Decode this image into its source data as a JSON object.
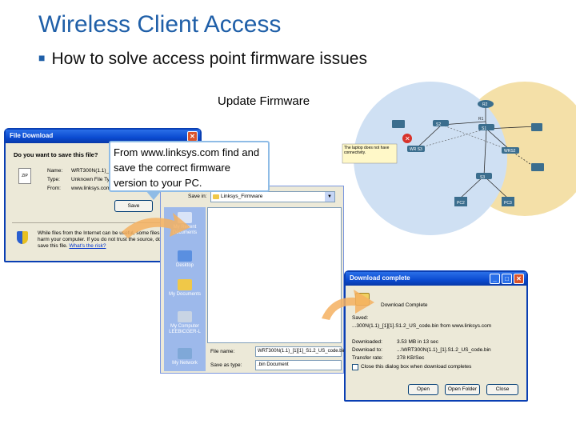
{
  "slide": {
    "title": "Wireless Client Access",
    "bullet": "How to solve access point firmware issues",
    "update_heading": "Update Firmware"
  },
  "network": {
    "node_labels": [
      "R2",
      "R1",
      "S1",
      "WRS2",
      "WR S3",
      "S2",
      "S3",
      "PC2",
      "PC3"
    ],
    "note": "The laptop does not have connectivity.",
    "colors": {
      "blue_zone": "#cfe0f3",
      "yellow_zone": "#f4e0a8",
      "device": "#3b6e8e"
    }
  },
  "file_download": {
    "title": "File Download",
    "question": "Do you want to save this file?",
    "icon_label": "ZIP",
    "name_label": "Name:",
    "name_value": "WRT300N(1.1)_[1][1]",
    "type_label": "Type:",
    "type_value": "Unknown File Type",
    "from_label": "From:",
    "from_value": "www.linksys.com",
    "save_label": "Save",
    "warning": "While files from the Internet can be useful, some files can harm your computer. If you do not trust the source, do not save this",
    "warning_link_prefix": "file.",
    "warning_link": "What's the risk?"
  },
  "callout": {
    "text": "From www.linksys.com find and save the correct firmware version to your PC."
  },
  "save_as": {
    "save_in_label": "Save in:",
    "save_in_value": "Linksys_Firmware",
    "places": [
      "My Recent Documents",
      "Desktop",
      "My Documents",
      "My Computer LEEBICGER-L",
      "My Network"
    ],
    "file_name_label": "File name:",
    "file_name_value": "WRT300N(1.1)_[1][1]_S1.2_US_code.bin",
    "save_type_label": "Save as type:",
    "save_type_value": ".bin Document"
  },
  "download_complete": {
    "title": "Download complete",
    "heading": "Download Complete",
    "saved_label": "Saved:",
    "saved_value": "...300N(1.1)_[1][1].S1.2_US_code.bin from www.linksys.com",
    "downloaded_label": "Downloaded:",
    "downloaded_value": "3.53 MB in 13 sec",
    "download_to_label": "Download to:",
    "download_to_value": "...\\WRT300N(1.1)_[1].S1.2_US_code.bin",
    "transfer_rate_label": "Transfer rate:",
    "transfer_rate_value": "278 KB/Sec",
    "checkbox_label": "Close this dialog box when download completes",
    "open_label": "Open",
    "open_folder_label": "Open Folder",
    "close_label": "Close"
  }
}
